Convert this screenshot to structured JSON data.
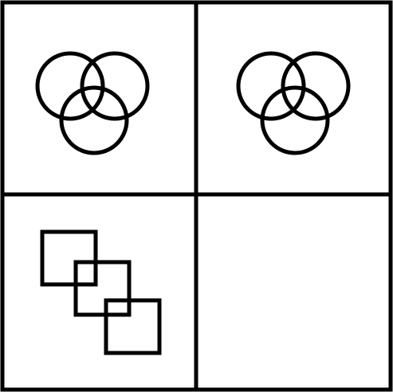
{
  "colors": {
    "stroke": "#000000",
    "background": "#ffffff"
  },
  "panels": [
    {
      "position": "top-left",
      "figure": "three-overlapping-circles"
    },
    {
      "position": "top-right",
      "figure": "three-overlapping-circles"
    },
    {
      "position": "bottom-left",
      "figure": "three-overlapping-squares"
    },
    {
      "position": "bottom-right",
      "figure": "empty"
    }
  ]
}
